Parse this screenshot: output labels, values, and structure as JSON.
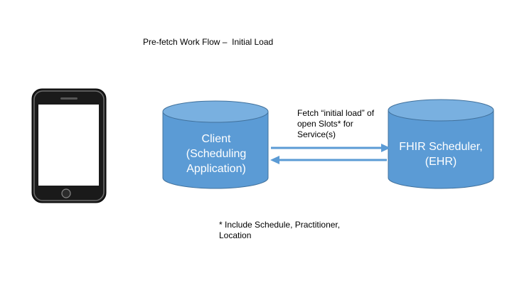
{
  "title": "Pre-fetch Work Flow –  Initial Load",
  "client": {
    "lines": [
      "Client",
      "(Scheduling",
      "Application)"
    ]
  },
  "server": {
    "lines": [
      "FHIR Scheduler,",
      "(EHR)"
    ]
  },
  "arrow_label": {
    "lines": [
      "Fetch “initial load” of",
      "open Slots* for",
      "Service(s)"
    ]
  },
  "footnote": {
    "lines": [
      "* Include Schedule, Practitioner,",
      "Location"
    ]
  },
  "colors": {
    "cylinder_fill": "#5b9bd5",
    "cylinder_top": "#5b9bd5",
    "cylinder_stroke": "#41719c",
    "arrow": "#5b9bd5",
    "phone_body": "#000000",
    "phone_screen": "#ffffff"
  }
}
